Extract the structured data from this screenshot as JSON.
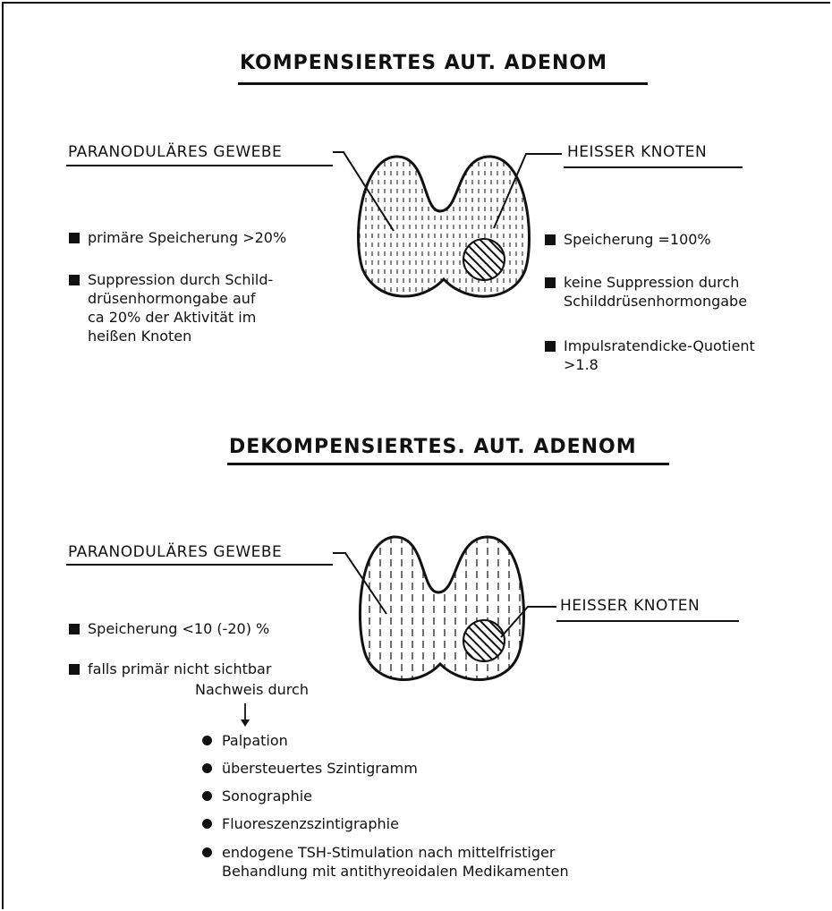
{
  "top": {
    "title": "KOMPENSIERTES AUT. ADENOM",
    "left_label": "PARANODULÄRES GEWEBE",
    "right_label": "HEISSER KNOTEN",
    "left_items": [
      "primäre Speicherung >20%",
      "Suppression durch Schild-\ndrüsenhormongabe auf\nca 20% der Aktivität im\nheißen Knoten"
    ],
    "right_items": [
      "Speicherung =100%",
      "keine Suppression durch\nSchilddrüsenhormongabe",
      "Impulsratendicke-Quotient\n>1.8"
    ]
  },
  "bottom": {
    "title": "DEKOMPENSIERTES. AUT. ADENOM",
    "left_label": "PARANODULÄRES GEWEBE",
    "right_label": "HEISSER KNOTEN",
    "left_items": [
      "Speicherung <10 (-20) %",
      "falls primär nicht sichtbar"
    ],
    "nachweis": "Nachweis durch",
    "methods": [
      "Palpation",
      "übersteuertes Szintigramm",
      "Sonographie",
      "Fluoreszenzszintigraphie",
      "endogene TSH-Stimulation nach mittelfristiger\nBehandlung mit antithyreoidalen Medikamenten"
    ]
  }
}
